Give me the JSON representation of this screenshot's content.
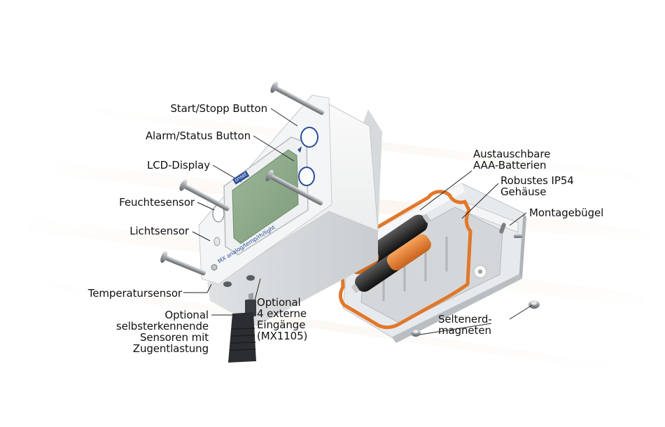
{
  "labels": {
    "start_stop": "Start/Stopp Button",
    "alarm_status": "Alarm/Status Button",
    "lcd": "LCD-Display",
    "humidity": "Feuchtesensor",
    "light": "Lichtsensor",
    "temperature": "Temperatursensor",
    "self_describing": "Optional\nselbsterkennende\nSensoren mit\nZugentlastung",
    "external_inputs": "Optional\n4 externe\nEingänge\n(MX1105)",
    "batteries": "Austauschbare\nAAA-Batterien",
    "housing": "Robustes IP54\nGehäuse",
    "bracket": "Montagebügel",
    "magnets": "Seltenerd-\nmagneten"
  },
  "device": {
    "model_text": "MX analog/temp/rh/light",
    "brand": "onset"
  },
  "colors": {
    "accent_orange": "#e2772a",
    "lcd_green": "#8fae8a",
    "case_white": "#f2f3f3",
    "button_blue": "#2b4f9a"
  }
}
